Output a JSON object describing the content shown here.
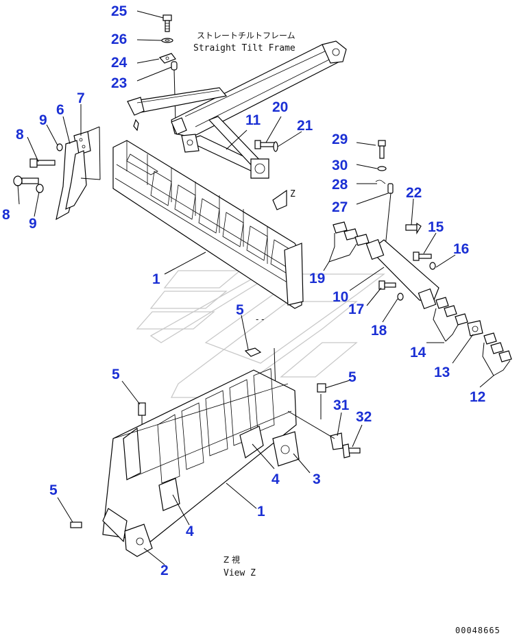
{
  "header": {
    "title_jp": "ストレートチルトフレーム",
    "title_en": "Straight Tilt Frame"
  },
  "view_label": {
    "jp": "Z 視",
    "en": "View Z",
    "arrow_letter": "Z"
  },
  "drawing_number": "00048665",
  "callouts": [
    {
      "id": "c25",
      "label": "25"
    },
    {
      "id": "c26",
      "label": "26"
    },
    {
      "id": "c24",
      "label": "24"
    },
    {
      "id": "c23",
      "label": "23"
    },
    {
      "id": "c7",
      "label": "7"
    },
    {
      "id": "c6",
      "label": "6"
    },
    {
      "id": "c9a",
      "label": "9"
    },
    {
      "id": "c8a",
      "label": "8"
    },
    {
      "id": "c8b",
      "label": "8"
    },
    {
      "id": "c9b",
      "label": "9"
    },
    {
      "id": "c20",
      "label": "20"
    },
    {
      "id": "c11",
      "label": "11"
    },
    {
      "id": "c21",
      "label": "21"
    },
    {
      "id": "c29",
      "label": "29"
    },
    {
      "id": "c30",
      "label": "30"
    },
    {
      "id": "c28",
      "label": "28"
    },
    {
      "id": "c27",
      "label": "27"
    },
    {
      "id": "c22",
      "label": "22"
    },
    {
      "id": "c15",
      "label": "15"
    },
    {
      "id": "c16",
      "label": "16"
    },
    {
      "id": "c1a",
      "label": "1"
    },
    {
      "id": "c19",
      "label": "19"
    },
    {
      "id": "c10",
      "label": "10"
    },
    {
      "id": "c17",
      "label": "17"
    },
    {
      "id": "c5a",
      "label": "5"
    },
    {
      "id": "c18",
      "label": "18"
    },
    {
      "id": "c14",
      "label": "14"
    },
    {
      "id": "c13",
      "label": "13"
    },
    {
      "id": "c12",
      "label": "12"
    },
    {
      "id": "c5b",
      "label": "5"
    },
    {
      "id": "c5c",
      "label": "5"
    },
    {
      "id": "c31",
      "label": "31"
    },
    {
      "id": "c32",
      "label": "32"
    },
    {
      "id": "c4a",
      "label": "4"
    },
    {
      "id": "c3",
      "label": "3"
    },
    {
      "id": "c5d",
      "label": "5"
    },
    {
      "id": "c1b",
      "label": "1"
    },
    {
      "id": "c4b",
      "label": "4"
    },
    {
      "id": "c2",
      "label": "2"
    }
  ],
  "colors": {
    "callout": "#1a2fd4",
    "line": "#000000",
    "watermark": "#c8c8c8"
  }
}
